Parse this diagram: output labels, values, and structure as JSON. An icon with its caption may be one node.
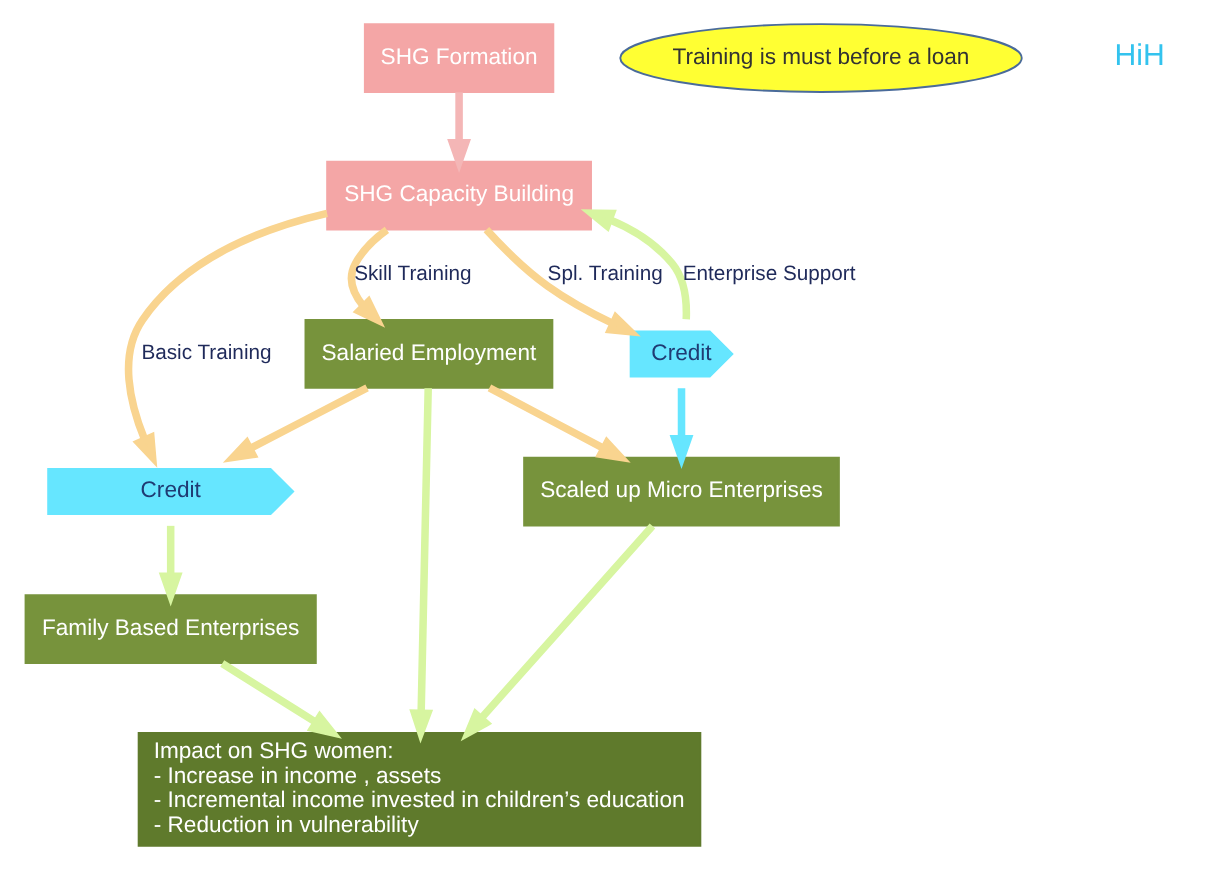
{
  "diagram": {
    "nodes": [
      {
        "text": [
          "SHG Formation"
        ]
      },
      {
        "text": [
          "SHG Capacity Building"
        ]
      },
      {
        "text": [
          "Credit"
        ]
      },
      {
        "text": [
          "Family Based Enterprises"
        ]
      },
      {
        "text": [
          "Salaried Employment"
        ]
      },
      {
        "text": [
          "Scaled up Micro Enterprises"
        ]
      },
      {
        "text": [
          "Impact on SHG women:",
          "- Increase in income , assets",
          "- Incremental income invested in children’s education",
          "- Reduction in vulnerability"
        ]
      },
      {
        "text": [
          "Training is must before a loan"
        ]
      },
      {
        "text": [
          "Credit"
        ]
      }
    ],
    "edges": [
      {
        "from": 0,
        "to": 1,
        "arrow": "to",
        "color": "#f4b6b6"
      },
      {
        "from": 1,
        "to": 2,
        "arrow": "to",
        "label": "Basic Training",
        "color": "#f9d48f"
      },
      {
        "from": 2,
        "to": 3,
        "arrow": "to",
        "color": "#d7f5a0"
      },
      {
        "from": 1,
        "to": 4,
        "arrow": "to",
        "label": "Skill Training",
        "color": "#f9d48f"
      },
      {
        "from": 4,
        "to": 2,
        "arrow": "to",
        "color": "#f9d48f"
      },
      {
        "from": 1,
        "to": 8,
        "arrow": "to",
        "label": "Spl. Training",
        "color": "#f9d48f"
      },
      {
        "from": 8,
        "to": 5,
        "arrow": "to",
        "color": "#66e6ff"
      },
      {
        "from": 8,
        "to": 1,
        "arrow": "to",
        "label": "Enterprise Support",
        "color": "#d7f5a0"
      },
      {
        "from": 4,
        "to": 5,
        "arrow": "to",
        "color": "#f9d48f"
      },
      {
        "from": 3,
        "to": 6,
        "arrow": "to",
        "color": "#d7f5a0"
      },
      {
        "from": 4,
        "to": 6,
        "arrow": "to",
        "color": "#d7f5a0"
      },
      {
        "from": 5,
        "to": 6,
        "arrow": "to",
        "color": "#d7f5a0"
      }
    ],
    "labels": [
      "HiH"
    ]
  }
}
